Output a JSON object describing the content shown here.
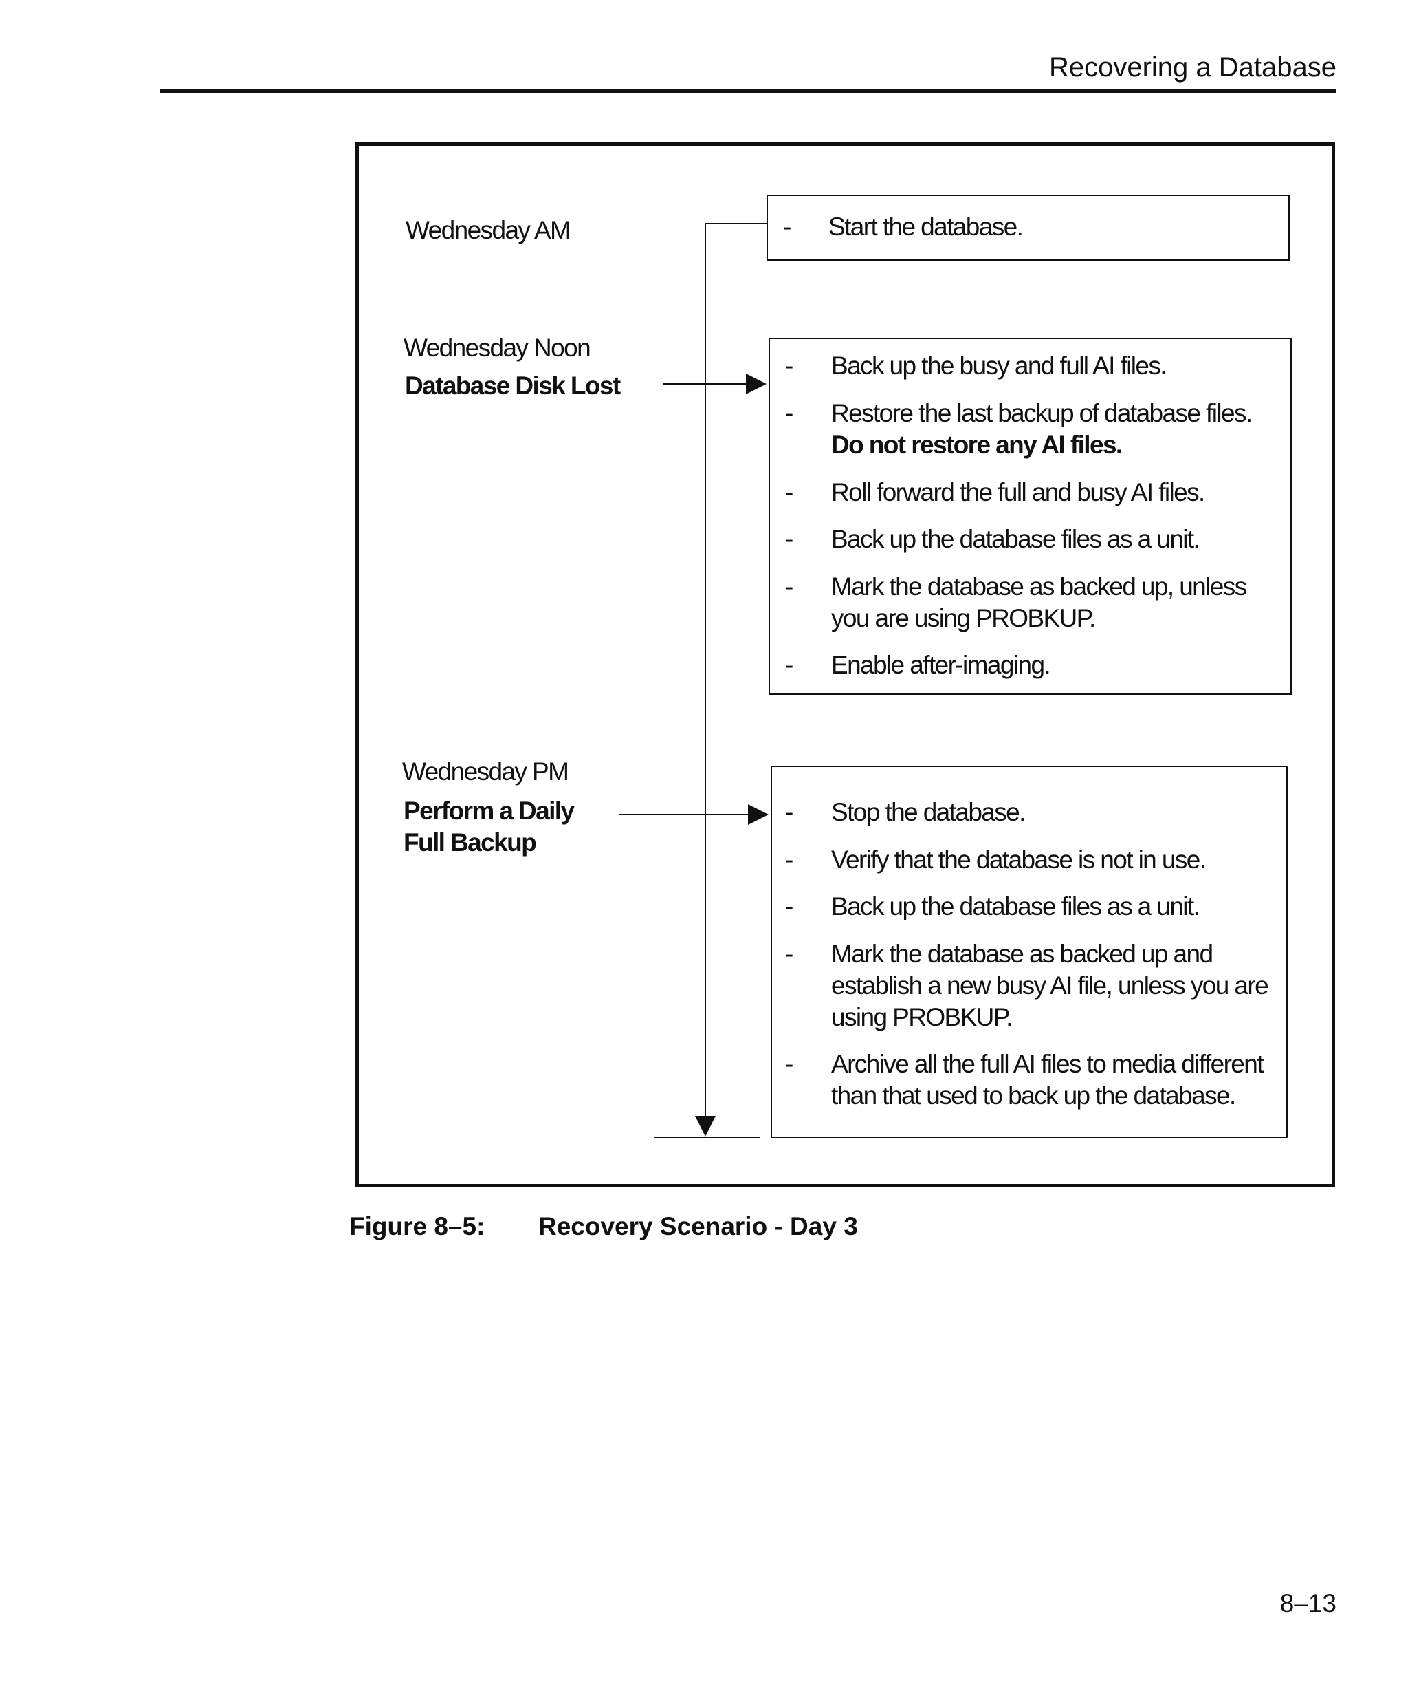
{
  "header": {
    "running_title": "Recovering a Database",
    "page_number": "8–13"
  },
  "figure": {
    "caption_number": "Figure 8–5:",
    "caption_title": "Recovery Scenario - Day 3",
    "events": [
      {
        "time": "Wednesday AM",
        "event_lines": [],
        "steps": [
          {
            "dash": "-",
            "lines": [
              "Start the database."
            ],
            "emphasis": ""
          }
        ]
      },
      {
        "time": "Wednesday Noon",
        "event_lines": [
          "Database Disk Lost"
        ],
        "steps": [
          {
            "dash": "-",
            "lines": [
              "Back up the busy and full AI files."
            ],
            "emphasis": ""
          },
          {
            "dash": "-",
            "lines": [
              "Restore the last backup of database files."
            ],
            "emphasis": "Do not restore any AI files."
          },
          {
            "dash": "-",
            "lines": [
              "Roll forward the full and busy AI files."
            ],
            "emphasis": ""
          },
          {
            "dash": "-",
            "lines": [
              "Back up the database files as a unit."
            ],
            "emphasis": ""
          },
          {
            "dash": "-",
            "lines": [
              "Mark the database as backed up, unless",
              "you are using PROBKUP."
            ],
            "emphasis": ""
          },
          {
            "dash": "-",
            "lines": [
              "Enable after-imaging."
            ],
            "emphasis": ""
          }
        ]
      },
      {
        "time": "Wednesday PM",
        "event_lines": [
          "Perform a Daily",
          "Full Backup"
        ],
        "steps": [
          {
            "dash": "-",
            "lines": [
              "Stop the database."
            ],
            "emphasis": ""
          },
          {
            "dash": "-",
            "lines": [
              "Verify that the database is not in use."
            ],
            "emphasis": ""
          },
          {
            "dash": "-",
            "lines": [
              "Back up the database files as a unit."
            ],
            "emphasis": ""
          },
          {
            "dash": "-",
            "lines": [
              "Mark the database as backed up and",
              "establish a new busy AI file, unless you are",
              "using PROBKUP."
            ],
            "emphasis": ""
          },
          {
            "dash": "-",
            "lines": [
              "Archive all the full AI files to media different",
              "than that used to back up the database."
            ],
            "emphasis": ""
          }
        ]
      }
    ]
  }
}
